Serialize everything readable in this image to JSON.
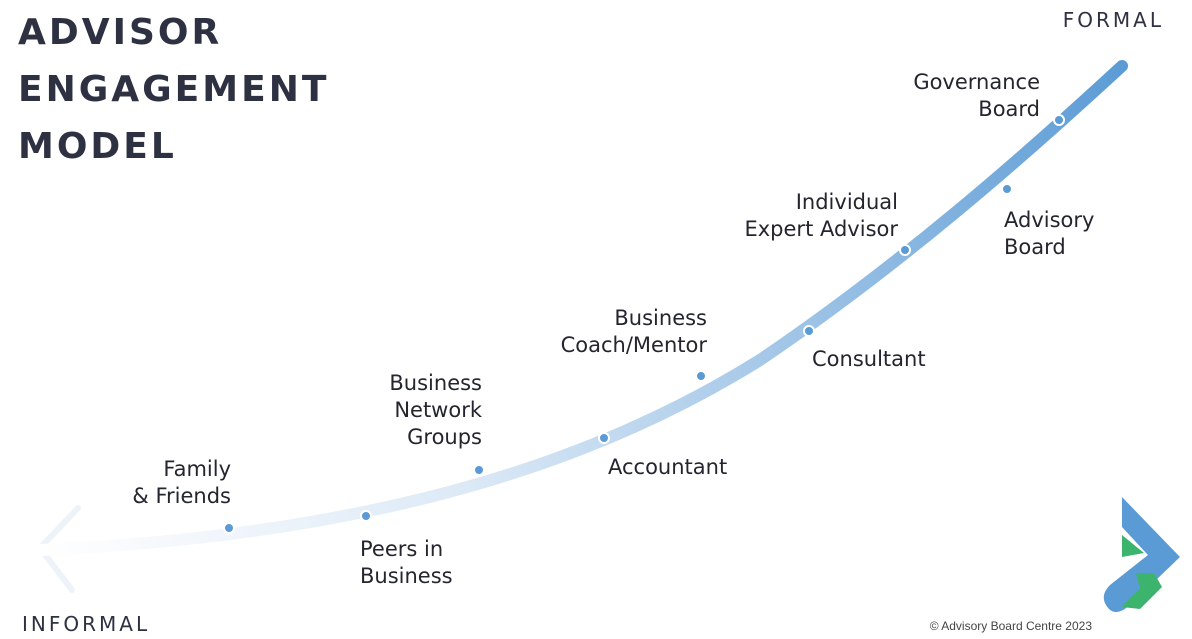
{
  "title_lines": [
    "ADVISOR",
    "ENGAGEMENT",
    "MODEL"
  ],
  "labels": {
    "formal": "FORMAL",
    "informal": "INFORMAL"
  },
  "stages": [
    {
      "lines": [
        "Family",
        "& Friends"
      ]
    },
    {
      "lines": [
        "Peers in",
        "Business"
      ]
    },
    {
      "lines": [
        "Business",
        "Network",
        "Groups"
      ]
    },
    {
      "lines": [
        "Accountant"
      ]
    },
    {
      "lines": [
        "Business",
        "Coach/Mentor"
      ]
    },
    {
      "lines": [
        "Consultant"
      ]
    },
    {
      "lines": [
        "Individual",
        "Expert Advisor"
      ]
    },
    {
      "lines": [
        "Advisory",
        "Board"
      ]
    },
    {
      "lines": [
        "Governance",
        "Board"
      ]
    }
  ],
  "copyright": "© Advisory Board Centre 2023",
  "colors": {
    "curve_start": "#ffffff",
    "curve_end": "#5b9bd5",
    "dot": "#5b9bd5",
    "title": "#2e3142",
    "logo_blue": "#5b9bd5",
    "logo_green": "#3db46d"
  }
}
